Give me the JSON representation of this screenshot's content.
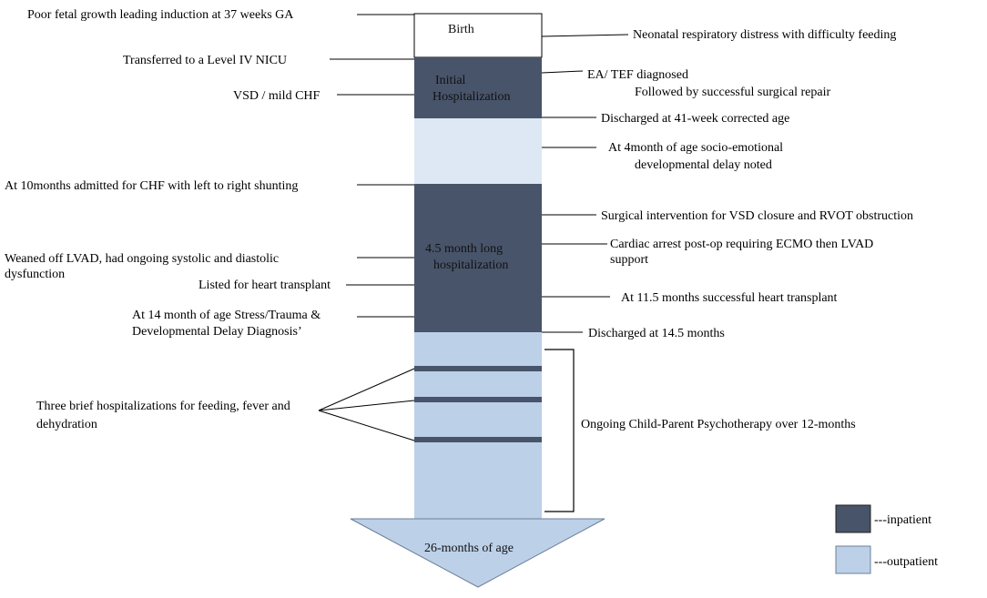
{
  "colors": {
    "inpatient": "#48546a",
    "outpatient": "#bcd0e8",
    "outpatient_light": "#dde8f4",
    "birth": "#ffffff",
    "stroke": "#000000"
  },
  "segments": {
    "birth": "Birth",
    "initial_1": "Initial",
    "initial_2": "Hospitalization",
    "long_1": "4.5 month long",
    "long_2": "hospitalization",
    "arrow": "26-months of age"
  },
  "annotations": {
    "poor_growth": "Poor fetal growth leading induction at 37 weeks GA",
    "neonatal_distress": "Neonatal respiratory distress with difficulty feeding",
    "transferred": "Transferred to a Level IV NICU",
    "ea_tef_1": "EA/ TEF diagnosed",
    "ea_tef_2": "Followed by successful surgical repair",
    "vsd_chf": "VSD / mild CHF",
    "discharged_41": "Discharged at 41-week corrected age",
    "four_month_1": "At 4month of age socio-emotional",
    "four_month_2": "developmental delay noted",
    "ten_months": "At 10months admitted for CHF with left to right shunting",
    "surgical": "Surgical intervention for VSD closure and RVOT obstruction",
    "weaned_1": "Weaned off LVAD, had ongoing systolic and diastolic",
    "weaned_2": "dysfunction",
    "arrest_1": "Cardiac arrest  post-op requiring ECMO then LVAD",
    "arrest_2": "support",
    "listed": "Listed for heart transplant",
    "transplant": "At 11.5 months successful heart transplant",
    "fourteen_1": "At 14 month of age Stress/Trauma &",
    "fourteen_2": "Developmental Delay Diagnosis’",
    "discharged_145": "Discharged at 14.5 months",
    "three_brief_1": "Three brief hospitalizations for feeding, fever and",
    "three_brief_2": "dehydration",
    "psychotherapy": "Ongoing Child-Parent Psychotherapy over 12-months"
  },
  "legend": {
    "inpatient": "---inpatient",
    "outpatient": "---outpatient"
  }
}
